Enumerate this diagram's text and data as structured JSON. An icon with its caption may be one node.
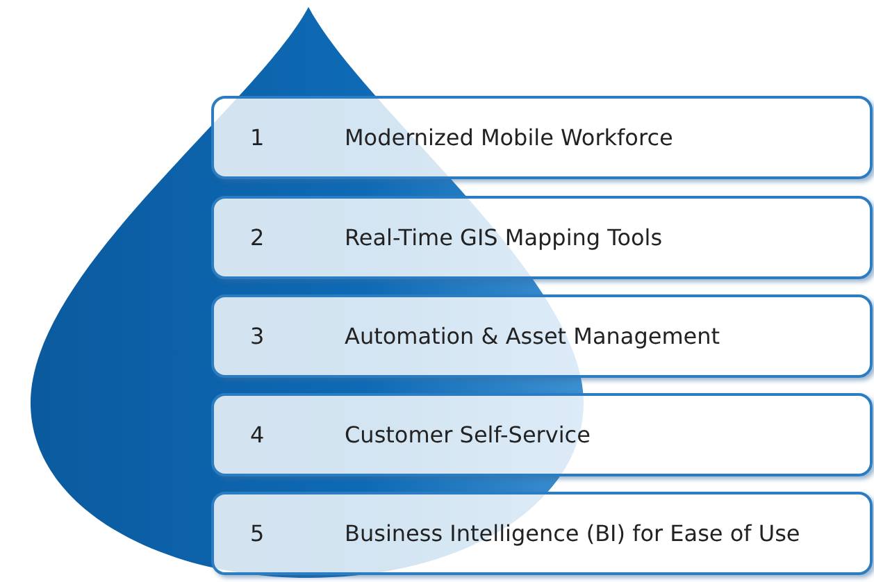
{
  "diagram": {
    "nodes": [
      {
        "text": [
          "1",
          "Modernized Mobile Workforce"
        ]
      },
      {
        "text": [
          "2",
          "Real-Time GIS Mapping Tools"
        ]
      },
      {
        "text": [
          "3",
          "Automation & Asset Management"
        ]
      },
      {
        "text": [
          "4",
          "Customer Self-Service"
        ]
      },
      {
        "text": [
          "5",
          "Business Intelligence (BI) for Ease of Use"
        ]
      }
    ]
  }
}
